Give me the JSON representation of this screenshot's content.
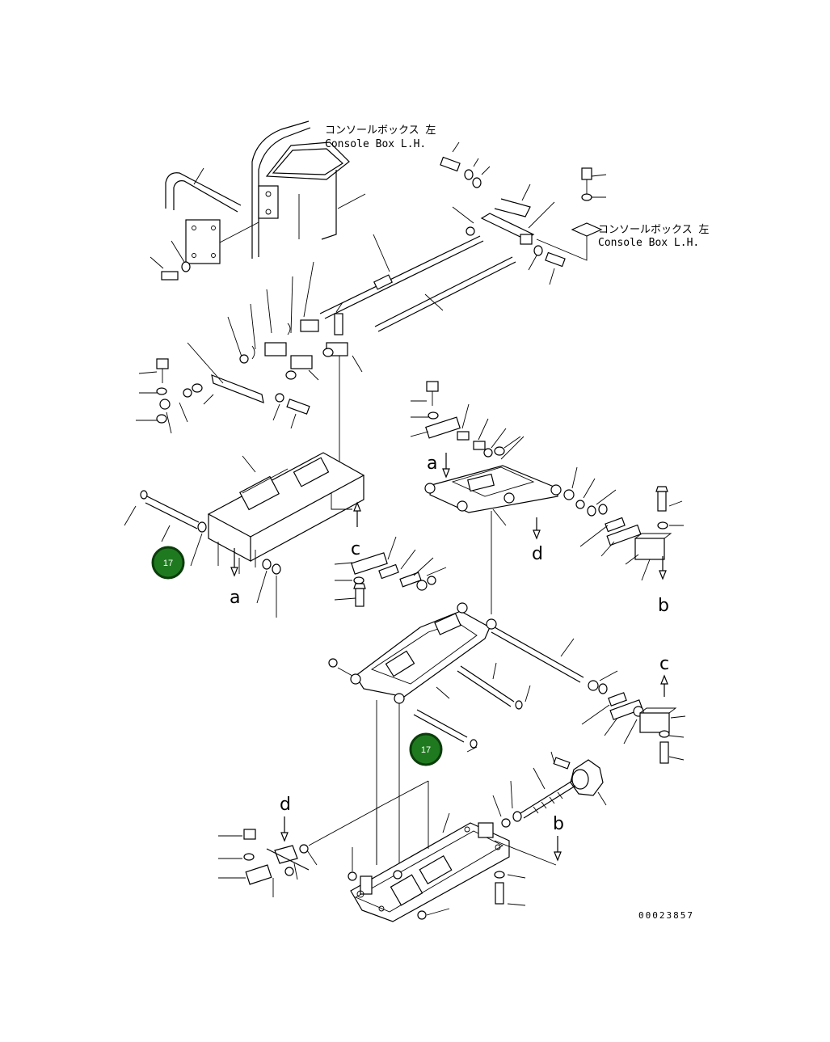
{
  "callouts": {
    "console_box_upper_ja": "コンソールボックス 左",
    "console_box_upper_en": "Console Box L.H.",
    "console_box_right_ja": "コンソールボックス 左",
    "console_box_right_en": "Console Box L.H."
  },
  "hotspots": [
    {
      "label": "17"
    },
    {
      "label": "17"
    }
  ],
  "letters": {
    "a_top": "a",
    "a_bottom": "a",
    "b_top": "b",
    "b_bottom": "b",
    "c_top": "c",
    "c_bottom": "c",
    "d_top": "d",
    "d_bottom": "d"
  },
  "catalog_number": "00023857",
  "colors": {
    "hotspot_fill": "#1f7a1f",
    "hotspot_ring": "#0b3d0b",
    "hotspot_text": "#ffffff",
    "line": "#000000"
  }
}
